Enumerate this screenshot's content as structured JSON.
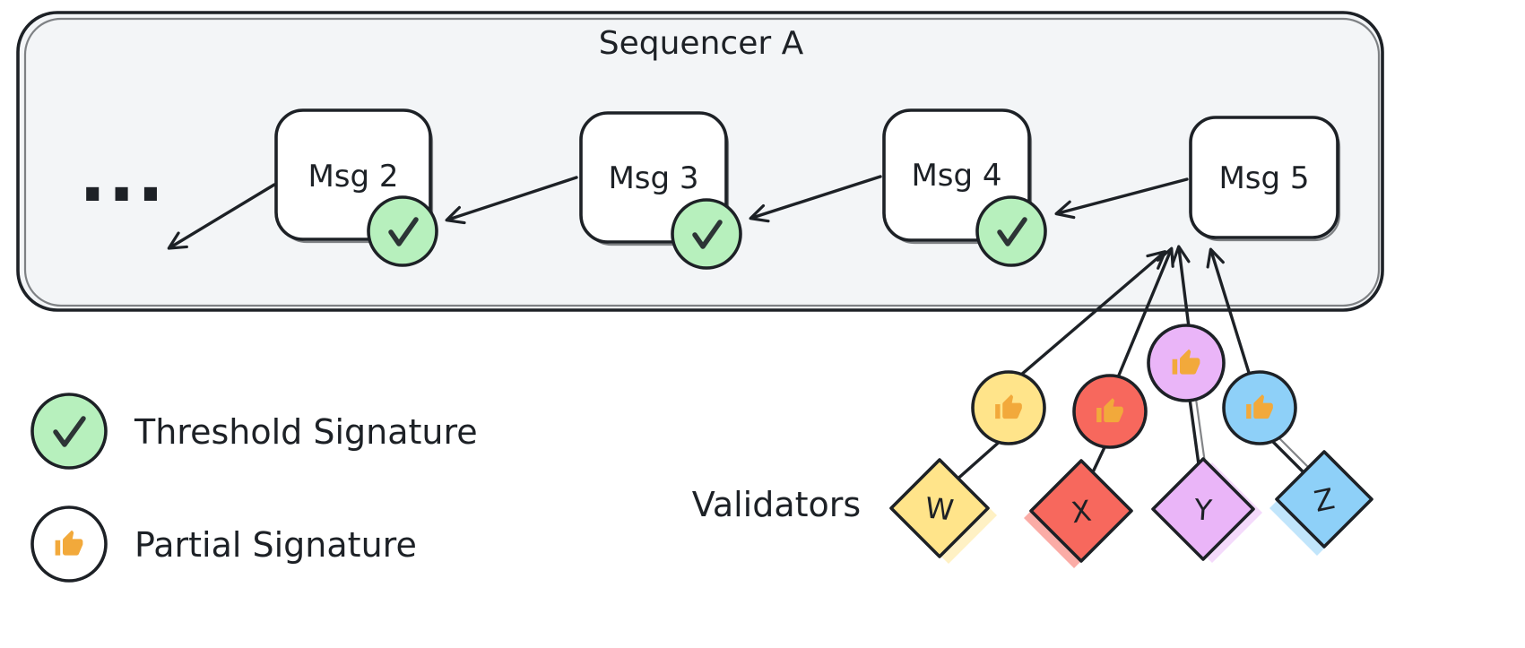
{
  "colors": {
    "ink": "#1d2126",
    "container_bg": "#f3f5f7",
    "box_bg": "#ffffff",
    "threshold_green": "#b7f0bd",
    "thumb_gold": "#f2a93b"
  },
  "sequencer": {
    "title": "Sequencer A",
    "ellipsis": "...",
    "messages": [
      {
        "label": "Msg 2",
        "signature": "threshold"
      },
      {
        "label": "Msg 3",
        "signature": "threshold"
      },
      {
        "label": "Msg 4",
        "signature": "threshold"
      },
      {
        "label": "Msg 5",
        "signature": "pending"
      }
    ]
  },
  "validators": {
    "label": "Validators",
    "icon": "thumbs-up-icon",
    "nodes": [
      {
        "name": "W",
        "color": "#ffe48a"
      },
      {
        "name": "X",
        "color": "#f7685d"
      },
      {
        "name": "Y",
        "color": "#eab5f8"
      },
      {
        "name": "Z",
        "color": "#8ed0f8"
      }
    ]
  },
  "legend": {
    "items": [
      {
        "icon": "check-circle-icon",
        "label": "Threshold Signature"
      },
      {
        "icon": "thumbs-up-circle-icon",
        "label": "Partial Signature"
      }
    ]
  }
}
